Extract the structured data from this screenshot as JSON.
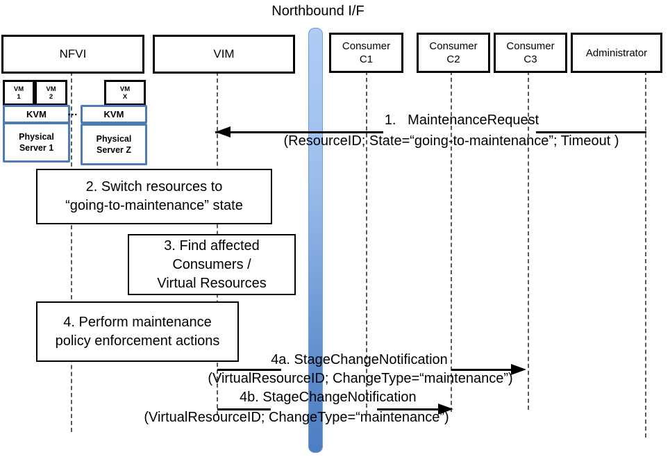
{
  "title": "Northbound I/F",
  "actors": {
    "nfvi": {
      "label": "NFVI"
    },
    "vim": {
      "label": "VIM"
    },
    "c1": {
      "line1": "Consumer",
      "line2": "C1"
    },
    "c2": {
      "line1": "Consumer",
      "line2": "C2"
    },
    "c3": {
      "line1": "Consumer",
      "line2": "C3"
    },
    "admin": {
      "label": "Administrator"
    }
  },
  "nfvi_detail": {
    "vm1": {
      "line1": "VM",
      "line2": "1"
    },
    "vm2": {
      "line1": "VM",
      "line2": "2"
    },
    "vmx": {
      "line1": "VM",
      "line2": "X"
    },
    "kvm_left": "KVM",
    "kvm_right": "KVM",
    "ellipsis": "…",
    "server1": {
      "line1": "Physical",
      "line2": "Server 1"
    },
    "serverz": {
      "line1": "Physical",
      "line2": "Server Z"
    }
  },
  "actions": {
    "a2": {
      "line1": "2. Switch resources to",
      "line2": "“going-to-maintenance” state"
    },
    "a3": {
      "line1": "3. Find affected",
      "line2": "Consumers /",
      "line3": "Virtual Resources"
    },
    "a4": {
      "line1": "4. Perform maintenance",
      "line2": "policy enforcement actions"
    }
  },
  "messages": {
    "m1": {
      "label": "1.   MaintenanceRequest",
      "params": "(ResourceID; State=“going-to-maintenance”; Timeout )"
    },
    "m4a": {
      "label": "4a. StageChangeNotification",
      "params": "(VirtualResourceID; ChangeType=“maintenance”)"
    },
    "m4b": {
      "label": "4b. StageChangeNotification",
      "params": "(VirtualResourceID; ChangeType=“maintenance”)"
    }
  },
  "colors": {
    "accent_blue_border": "#4B7CB8",
    "bar_gradient_top": "#AECDF5",
    "bar_gradient_bottom": "#4C7EC2",
    "line_black": "#000000",
    "lifeline_gray": "#595959"
  }
}
